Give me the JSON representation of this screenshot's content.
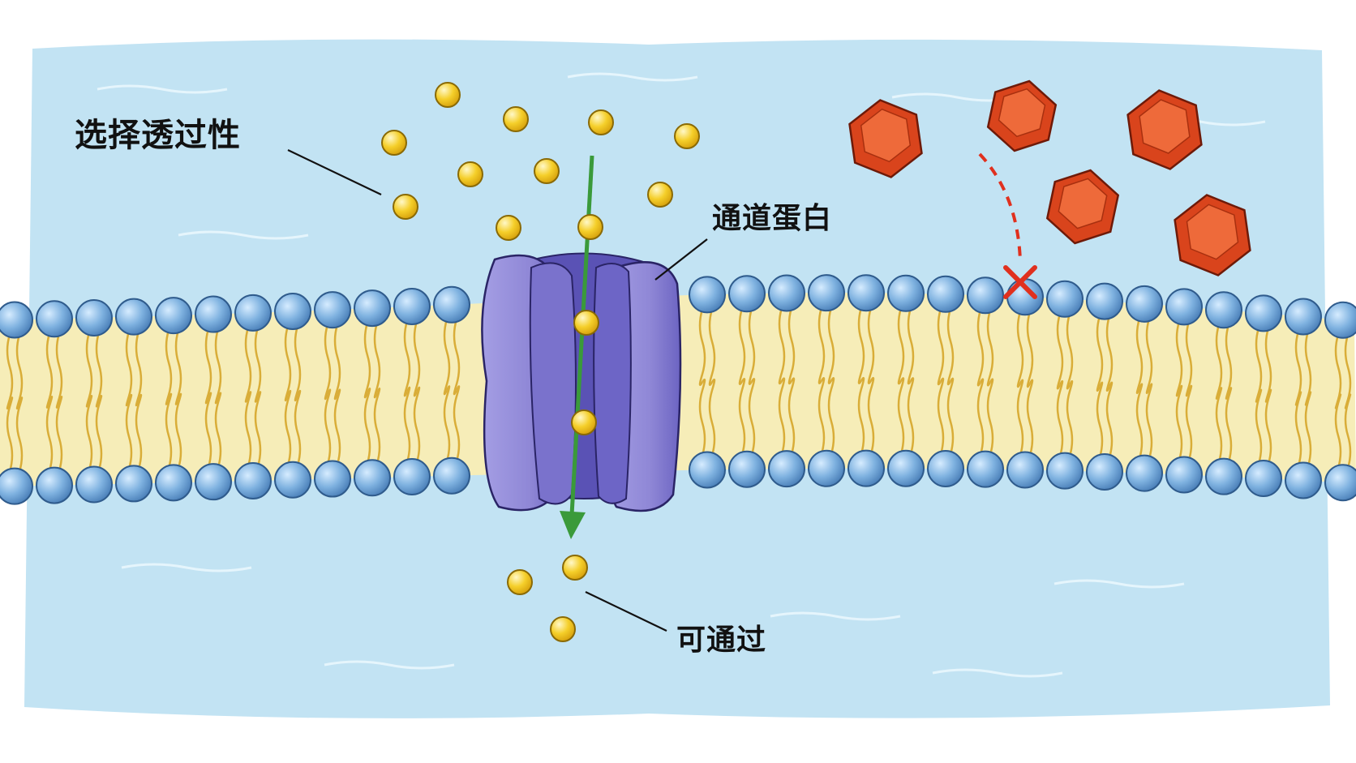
{
  "labels": {
    "selective_permeability": "选择透过性",
    "channel_protein": "通道蛋白",
    "can_pass": "可通过"
  },
  "colors": {
    "water": "#bfe1f2",
    "water_edge": "#d9eef8",
    "head": "#7fb2e0",
    "head_dark": "#2f5b8c",
    "tail": "#e3b843",
    "membrane_fill": "#f6edb8",
    "protein": "#8f87d6",
    "protein_dark": "#5a52b5",
    "ion": "#f5cf2a",
    "molecule": "#e8582a",
    "arrow_green": "#3a9a3a",
    "blocked_red": "#e0301e"
  },
  "icons": {
    "pass_arrow": "green-down-arrow-icon",
    "blocked_mark": "red-x-icon"
  }
}
